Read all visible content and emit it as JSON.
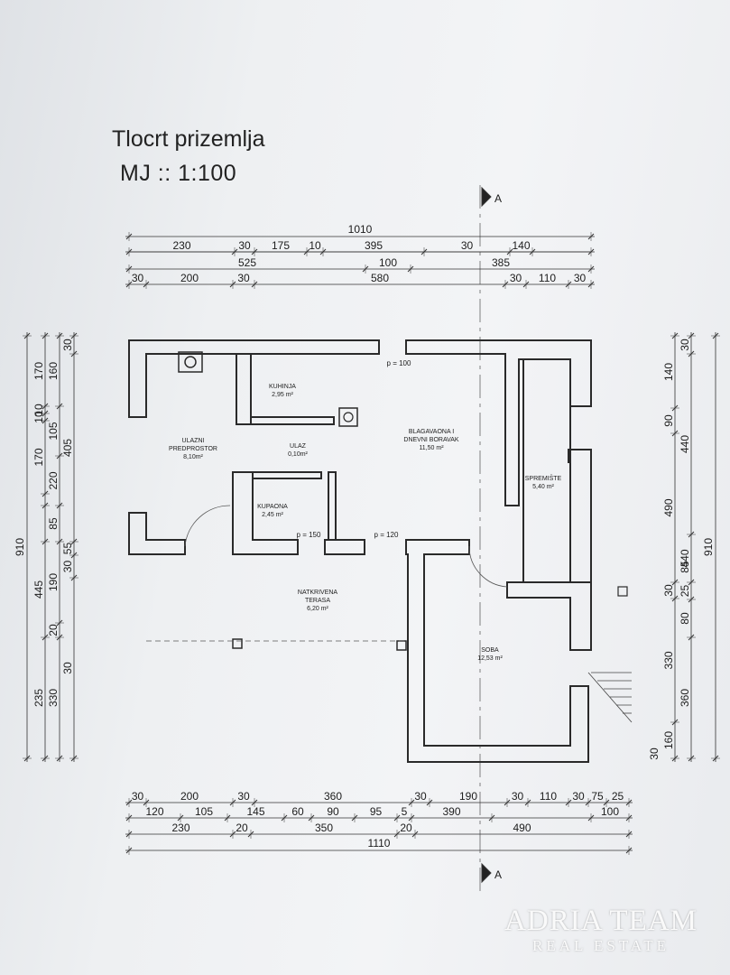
{
  "drawing": {
    "title": "Tlocrt prizemlja",
    "scale": "MJ :: 1:100",
    "section_marker": "A"
  },
  "rooms": [
    {
      "name": "KUHINJA",
      "area": "2,95 m²"
    },
    {
      "name": "ULAZNI PREDPROSTOR",
      "area": "8,10m²"
    },
    {
      "name": "ULAZ",
      "area": "0,10m²"
    },
    {
      "name": "BLAGAVAONA I DNEVNI BORAVAK",
      "area": "11,50 m²"
    },
    {
      "name": "KUPAONA",
      "area": "2,45 m²"
    },
    {
      "name": "SPREMIŠTE",
      "area": "5,40 m²"
    },
    {
      "name": "NATKRIVENA TERASA",
      "area": "6,20 m²"
    },
    {
      "name": "SOBA",
      "area": "12,53 m²"
    }
  ],
  "openings": [
    "p = 100",
    "p = 150",
    "p = 120"
  ],
  "dimensions": {
    "top_total": "1010",
    "top_row1": [
      "230",
      "30",
      "175",
      "10",
      "395",
      "30",
      "140"
    ],
    "top_row2": [
      "525",
      "100",
      "385"
    ],
    "top_row3": [
      "30",
      "200",
      "30",
      "580",
      "30",
      "110",
      "30"
    ],
    "bottom_row1": [
      "30",
      "200",
      "30",
      "360",
      "30",
      "190",
      "30",
      "110",
      "30",
      "75",
      "25"
    ],
    "bottom_row2": [
      "120",
      "105",
      "145",
      "60",
      "90",
      "95",
      "5",
      "390",
      "100"
    ],
    "bottom_row3": [
      "230",
      "20",
      "350",
      "20",
      "490"
    ],
    "bottom_total": "1110",
    "left_total": "910",
    "left_col1": [
      "170",
      "10",
      "10",
      "170",
      "445",
      "235"
    ],
    "left_col2": [
      "160",
      "105",
      "220",
      "85",
      "190",
      "20",
      "330"
    ],
    "left_col3": [
      "30",
      "405",
      "55",
      "30",
      "30"
    ],
    "right_total": "910",
    "right_col1": [
      "140",
      "90",
      "490",
      "30",
      "330",
      "160",
      "30"
    ],
    "right_col2": [
      "30",
      "440",
      "440",
      "25",
      "80",
      "360"
    ],
    "right_col3": [
      "85"
    ]
  },
  "watermark": {
    "name": "ADRIA TEAM",
    "tagline": "REAL ESTATE"
  }
}
